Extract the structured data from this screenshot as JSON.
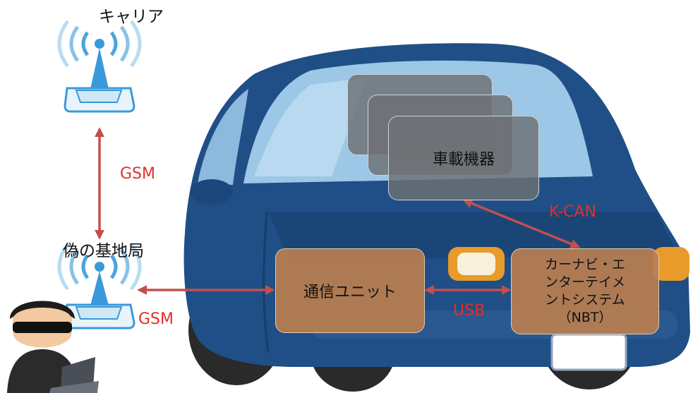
{
  "labels": {
    "carrier": "キャリア",
    "fake_base_station": "偽の基地局",
    "gsm_vertical": "GSM",
    "gsm_horizontal": "GSM",
    "k_can": "K-CAN",
    "usb": "USB"
  },
  "boxes": {
    "onboard_devices": "車載機器",
    "comm_unit": "通信ユニット",
    "nbt_line1": "カーナビ・エ",
    "nbt_line2": "ンターテイメ",
    "nbt_line3": "ントシステム",
    "nbt_line4": "（NBT）"
  },
  "colors": {
    "label_red": "#e0302a",
    "arrow": "#c0504d",
    "car_body": "#1f4f86",
    "antenna_blue": "#3a9ad9"
  },
  "icons": [
    "antenna-icon",
    "antenna-icon",
    "car-illustration",
    "hacker-icon"
  ]
}
